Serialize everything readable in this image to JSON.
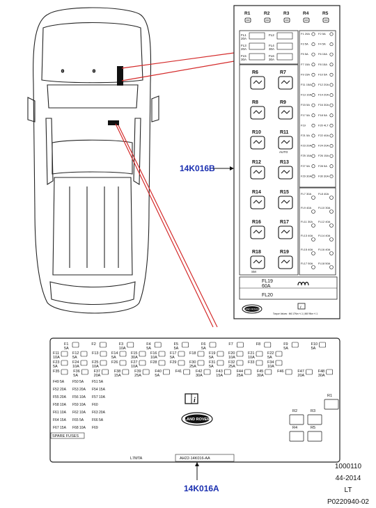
{
  "callouts": {
    "upper_box": "14K016B",
    "lower_box": "14K016A"
  },
  "upper_box": {
    "top_relays": [
      {
        "name": "R1",
        "icon": "seat-heat-icon"
      },
      {
        "name": "R2",
        "icon": "washer-icon"
      },
      {
        "name": "R3",
        "icon": "seat-heat-icon"
      },
      {
        "name": "R4",
        "icon": "seat-heat-icon"
      },
      {
        "name": "R5",
        "icon": "horn-icon"
      }
    ],
    "fusible_links": [
      {
        "name": "FL1",
        "rating": "20A"
      },
      {
        "name": "FL2",
        "rating": ""
      },
      {
        "name": "FL3",
        "rating": "20A"
      },
      {
        "name": "FL4",
        "rating": "30A"
      },
      {
        "name": "FL5",
        "rating": "30A"
      },
      {
        "name": "FL6",
        "rating": "30A"
      }
    ],
    "relays": [
      {
        "name": "R6",
        "icon": "engine-icon"
      },
      {
        "name": "R7",
        "icon": "seat-up-icon"
      },
      {
        "name": "R8",
        "icon": "fuel-pump-icon"
      },
      {
        "name": "R9",
        "icon": "windscreen-icon"
      },
      {
        "name": "R10",
        "icon": "rear-fog-icon"
      },
      {
        "name": "R11",
        "icon": "auto-lamp-icon",
        "label": "AUTO"
      },
      {
        "name": "R12",
        "icon": "headlamp-icon"
      },
      {
        "name": "R13",
        "icon": "wiper-icon"
      },
      {
        "name": "R14",
        "icon": "info-book-icon"
      },
      {
        "name": "R15",
        "icon": "coil-icon"
      },
      {
        "name": "R16",
        "icon": "fan-icon"
      },
      {
        "name": "R17",
        "icon": "coil-icon"
      },
      {
        "name": "R18",
        "icon": "sm-icon",
        "label": "SM"
      },
      {
        "name": "R19",
        "icon": "headlamp-icon"
      }
    ],
    "right_fuses": [
      {
        "a": "F1 20A",
        "b": "F2 5A"
      },
      {
        "a": "F3 5A",
        "b": "F4 5A"
      },
      {
        "a": "F5 5A",
        "b": "F6 15A"
      },
      {
        "a": "F7 15A",
        "b": "F8 15A"
      },
      {
        "a": "F9 15A",
        "b": "F10 5A"
      },
      {
        "a": "F11 15A",
        "b": "F12 20A"
      },
      {
        "a": "F13 10A",
        "b": "F14 20A"
      },
      {
        "a": "F15 5A",
        "b": "F16 30A"
      },
      {
        "a": "F17 5A",
        "b": "F18 5A"
      },
      {
        "a": "F19",
        "b": "F20 4LT"
      },
      {
        "a": "F21 5A",
        "b": "F22 40A"
      },
      {
        "a": "F23 20A",
        "b": "F24 20A"
      },
      {
        "a": "F25 15A",
        "b": "F26 15A"
      },
      {
        "a": "F27 5A",
        "b": "F28 5A"
      },
      {
        "a": "F29 30A",
        "b": "F30 30A"
      }
    ],
    "maxi_fuses": [
      {
        "a": "FL7 30A",
        "b": "FL8 40A"
      },
      {
        "a": "FL9 40A",
        "b": "FL10 30A"
      },
      {
        "a": "FL11 30A",
        "b": "FL12 40A"
      },
      {
        "a": "FL13 40A",
        "b": "FL14 40A"
      },
      {
        "a": "FL15 40A",
        "b": "FL16 40A"
      },
      {
        "a": "FL17 50A",
        "b": "FL18 50A"
      }
    ],
    "bottom": {
      "fl19": "FL19",
      "fl19_rating": "60A",
      "fl20": "FL20",
      "note": "Torque Values : M6 17Nm +/-1 | M8 9Nm +/-1"
    }
  },
  "lower_box": {
    "rows": [
      [
        "F1 5A",
        "F2",
        "F3 10A",
        "F4 5A",
        "F5 5A",
        "F6 5A",
        "F7",
        "F8",
        "F9 5A",
        "F10 5A"
      ],
      [
        "F11 10A",
        "F12 5A",
        "F13",
        "F14 5A",
        "F15 30A",
        "F16 10A",
        "F17 5A",
        "F18",
        "F19 5A",
        "F20 10A",
        "F21 10A",
        "F22 5A"
      ],
      [
        "F23 5A",
        "F24 10A",
        "F25 10A",
        "F26",
        "F27 10A",
        "F28",
        "F29",
        "F30 25A",
        "F31 5A",
        "F32 25A",
        "F33",
        "F34 10A"
      ],
      [
        "F35",
        "F36 5A",
        "F37 20A",
        "F38 15A",
        "F39 25A",
        "F40 5A",
        "F41",
        "F42 30A",
        "F43 15A",
        "F44 25A",
        "F45 30A",
        "F46",
        "F47 20A",
        "F48 30A"
      ]
    ],
    "left_column": [
      "F49 5A",
      "F50 5A",
      "F51 5A",
      "F52 20A",
      "F53 20A",
      "F54 15A",
      "F55 20A",
      "F56 10A",
      "F57 10A",
      "F58 10A",
      "F59 10A",
      "F60",
      "F61 10A",
      "F62 10A",
      "F63 20A",
      "F64 15A",
      "F65 5A",
      "F66 5A",
      "F67 15A",
      "F68 10A",
      "F69"
    ],
    "relays": [
      "R1",
      "R2",
      "R3",
      "R4",
      "R5"
    ],
    "spare_label": "SPARE FUSES",
    "part_code": "L7MTA",
    "part_number": "AH22-14K016-AA"
  },
  "brand": "LAND ROVER",
  "reference": {
    "line1": "1000110",
    "line2": "44-2014",
    "line3": "LT",
    "line4": "P0220940-02"
  }
}
